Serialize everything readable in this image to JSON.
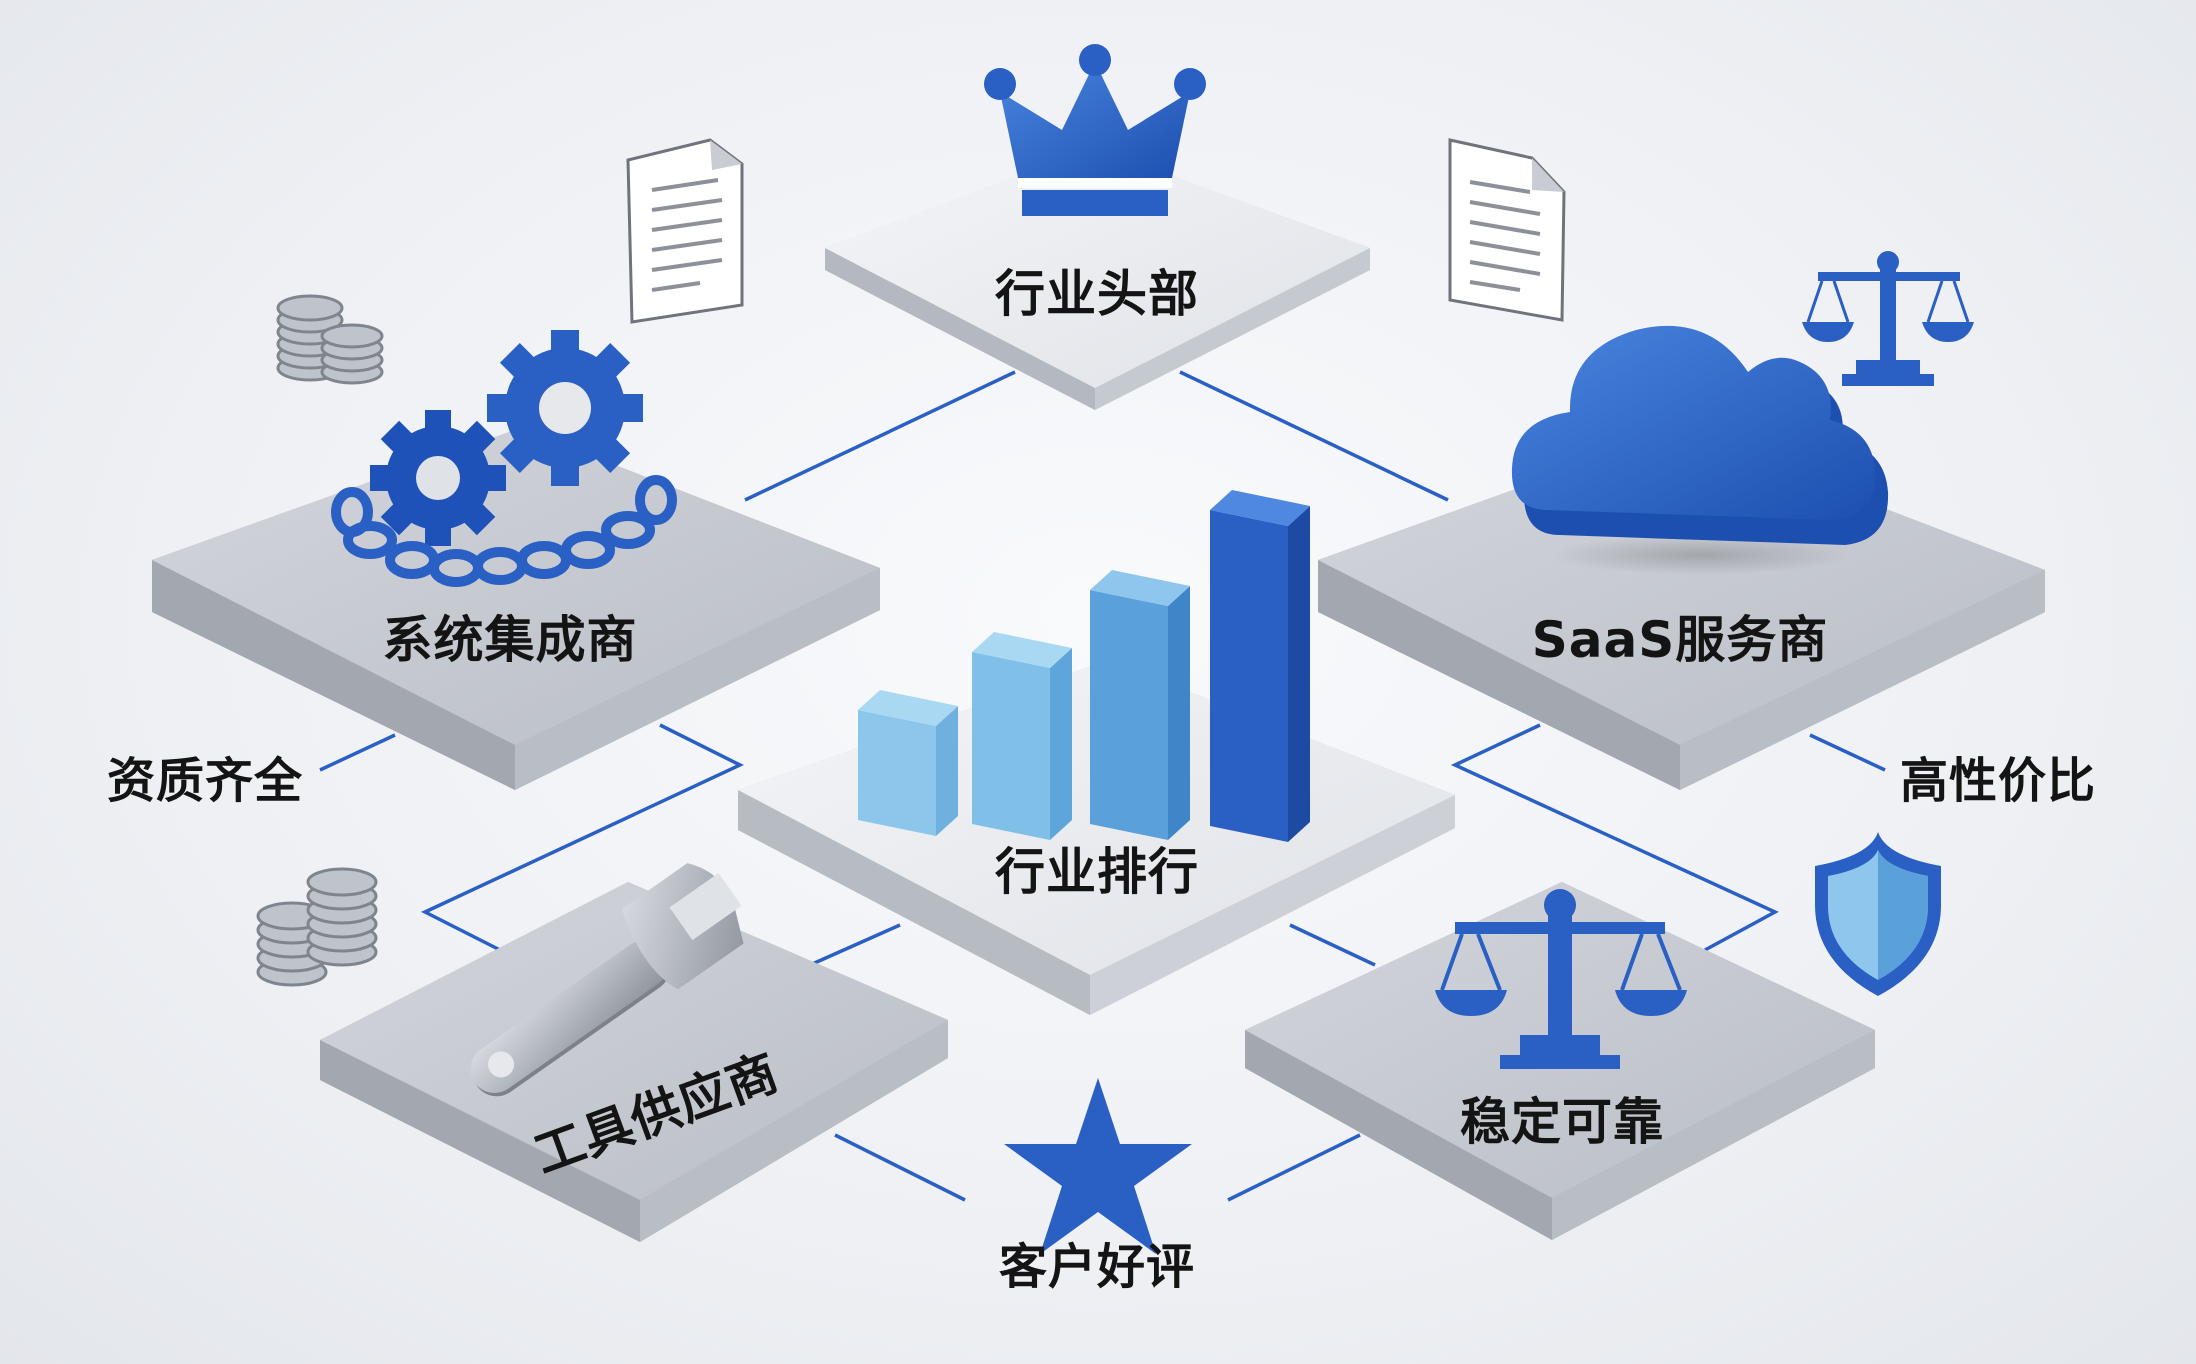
{
  "nodes": {
    "top": {
      "label": "行业头部",
      "icon": "crown-icon"
    },
    "center": {
      "label": "行业排行",
      "icon": "bar-chart-icon"
    },
    "left": {
      "label": "系统集成商",
      "icon": "gears-chain-icon"
    },
    "right": {
      "label": "SaaS服务商",
      "icon": "cloud-icon"
    },
    "bottom_left": {
      "label": "工具供应商",
      "icon": "wrench-icon"
    },
    "bottom_right": {
      "label": "稳定可靠",
      "icon": "scales-icon"
    }
  },
  "attributes": {
    "left": "资质齐全",
    "right": "高性价比",
    "bottom": "客户好评"
  },
  "decorations": [
    "document-icon",
    "coins-icon",
    "scales-icon",
    "shield-icon",
    "star-icon"
  ],
  "colors": {
    "accent_blue": "#2a5fc4",
    "light_blue": "#8cc6ea",
    "mid_blue": "#5aa1dc",
    "platform_gray": "#c3c7ce"
  },
  "bar_values": [
    1,
    2,
    3,
    4
  ]
}
